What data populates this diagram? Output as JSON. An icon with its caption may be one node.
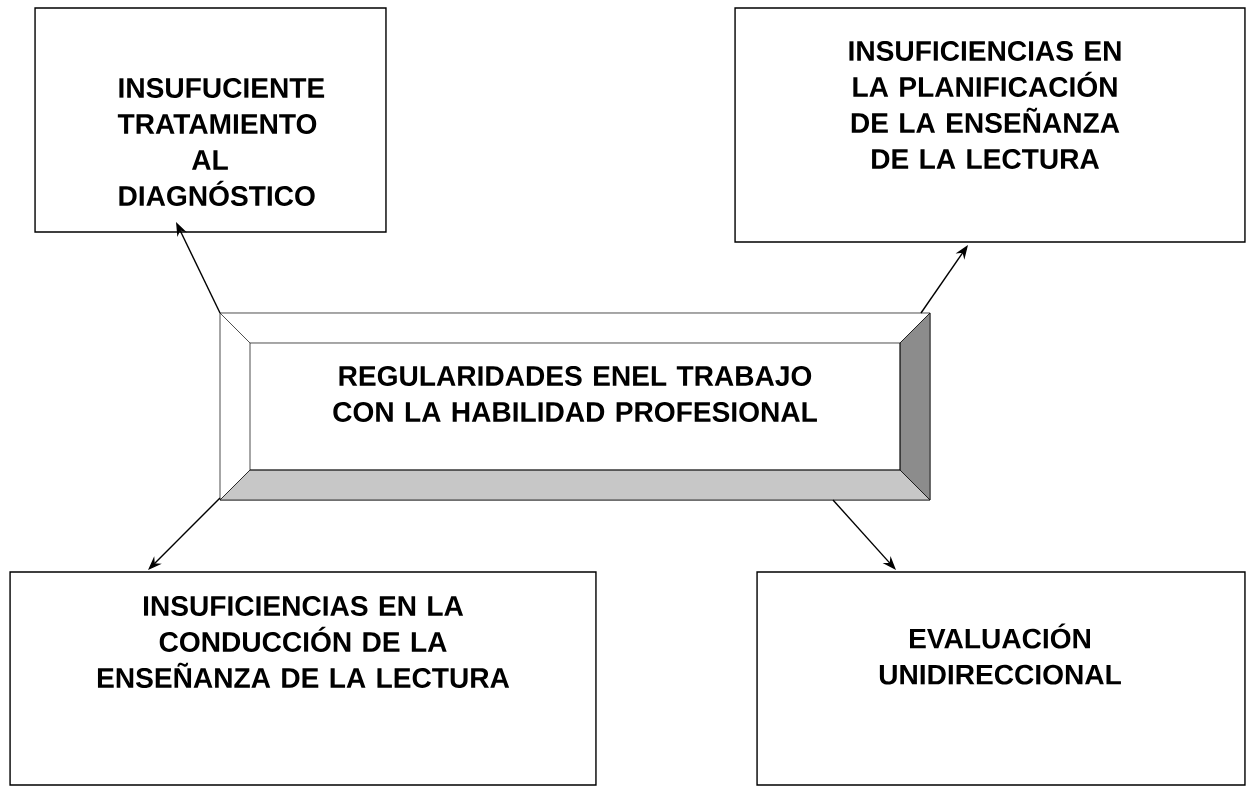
{
  "diagram": {
    "nodes": [
      {
        "text": [
          "REGULARIDADES ENEL TRABAJO CON LA HABILIDAD PROFESIONAL"
        ]
      },
      {
        "text": [
          "INSUFUCIENTE TRATAMIENTO AL DIAGNÓSTICO"
        ]
      },
      {
        "text": [
          "INSUFICIENCIAS EN LA PLANIFICACIÓN DE LA ENSEÑANZA DE LA LECTURA"
        ]
      },
      {
        "text": [
          "INSUFICIENCIAS EN LA CONDUCCIÓN DE LA ENSEÑANZA DE LA LECTURA"
        ]
      },
      {
        "text": [
          "EVALUACIÓN UNIDIRECCIONAL"
        ]
      }
    ],
    "edges": [
      {
        "from": 0,
        "to": 1,
        "arrow": "to"
      },
      {
        "from": 0,
        "to": 2,
        "arrow": "to"
      },
      {
        "from": 0,
        "to": 3,
        "arrow": "to"
      },
      {
        "from": 0,
        "to": 4,
        "arrow": "to"
      }
    ]
  }
}
